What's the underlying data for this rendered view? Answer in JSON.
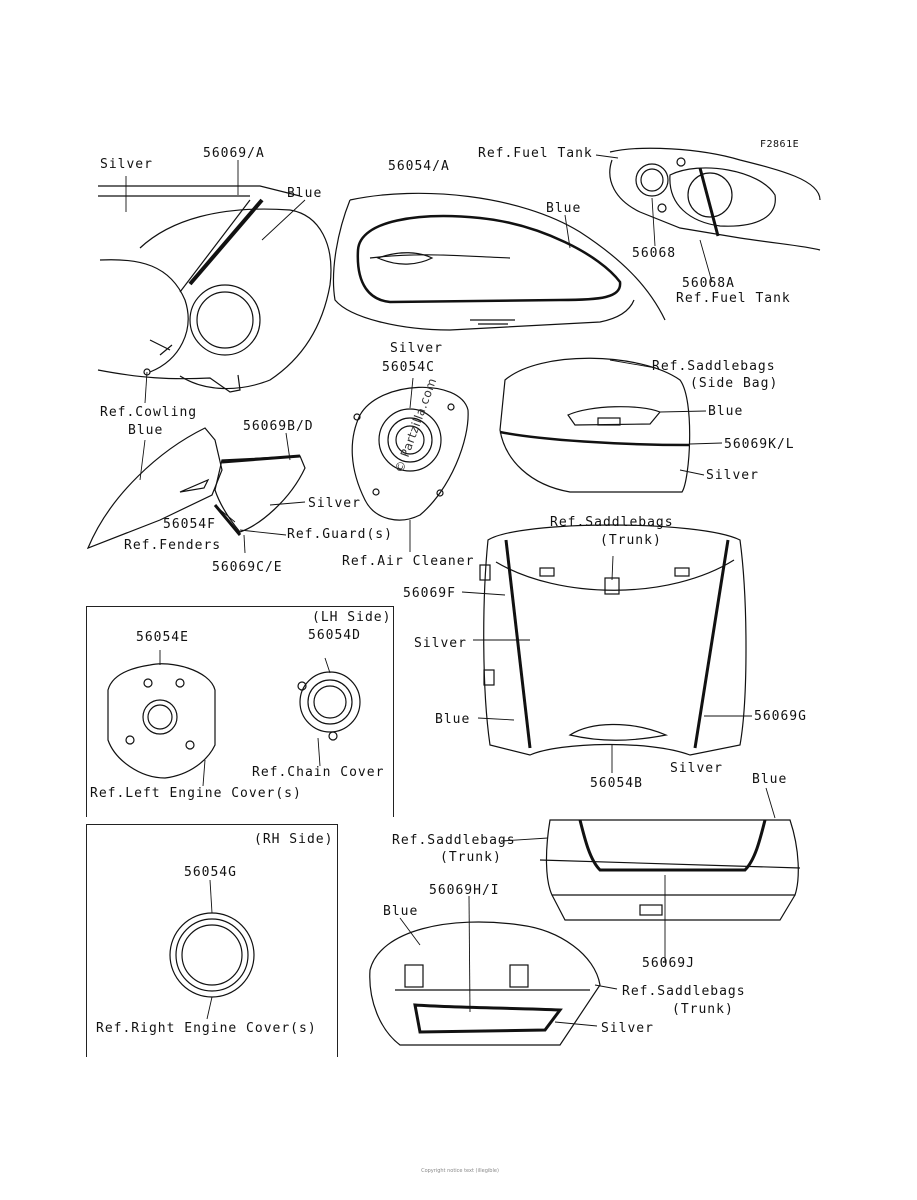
{
  "diagram_id": "F2861E",
  "watermark": "© Partzilla.com",
  "footer": "Copyright notice text (illegible)",
  "labels": {
    "silver_cowl": "Silver",
    "p56069a": "56069/A",
    "blue_cowl": "Blue",
    "p56054a": "56054/A",
    "ref_fuel_tank_1": "Ref.Fuel Tank",
    "blue_tank": "Blue",
    "p56068": "56068",
    "p56068a": "56068A",
    "ref_fuel_tank_2": "Ref.Fuel Tank",
    "ref_cowling": "Ref.Cowling",
    "silver_ac": "Silver",
    "p56054c": "56054C",
    "ref_saddlebags_side": "Ref.Saddlebags",
    "side_bag": "(Side Bag)",
    "blue_side": "Blue",
    "p56069kl": "56069K/L",
    "silver_side": "Silver",
    "blue_fender": "Blue",
    "p56069bd": "56069B/D",
    "silver_guard": "Silver",
    "p56054f": "56054F",
    "ref_guard": "Ref.Guard(s)",
    "ref_fenders": "Ref.Fenders",
    "p56069ce": "56069C/E",
    "ref_air_cleaner": "Ref.Air Cleaner",
    "ref_saddlebags_trunk_1": "Ref.Saddlebags",
    "trunk_1": "(Trunk)",
    "p56069f": "56069F",
    "silver_trunk": "Silver",
    "blue_trunk": "Blue",
    "p56069g": "56069G",
    "p56054b": "56054B",
    "silver_trunk_2": "Silver",
    "lh_side": "(LH Side)",
    "p56054e": "56054E",
    "p56054d": "56054D",
    "ref_chain_cover": "Ref.Chain Cover",
    "ref_left_engine": "Ref.Left Engine Cover(s)",
    "rh_side": "(RH Side)",
    "p56054g": "56054G",
    "ref_right_engine": "Ref.Right Engine Cover(s)",
    "blue_trunk_top": "Blue",
    "ref_saddlebags_trunk_2": "Ref.Saddlebags",
    "trunk_2": "(Trunk)",
    "p56069hi": "56069H/I",
    "blue_trunk_side": "Blue",
    "p56069j": "56069J",
    "ref_saddlebags_trunk_3": "Ref.Saddlebags",
    "trunk_3": "(Trunk)",
    "silver_trunk_side": "Silver"
  }
}
